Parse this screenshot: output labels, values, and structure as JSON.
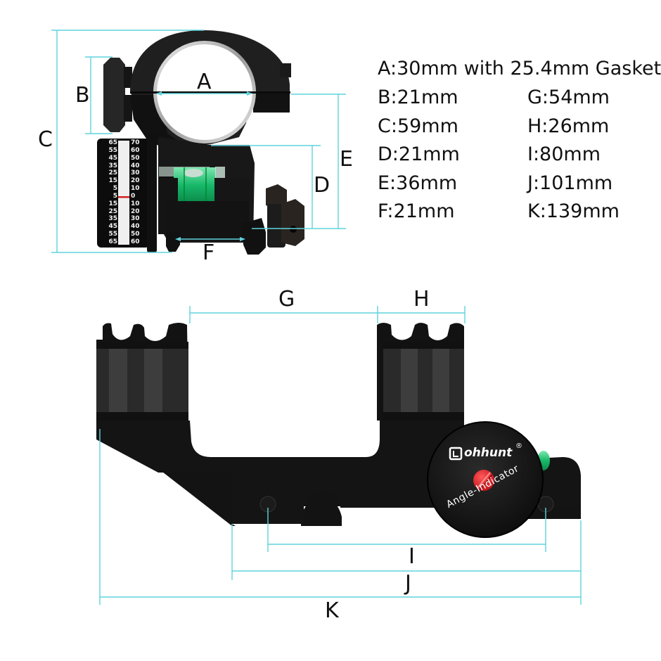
{
  "diagram": {
    "type": "product-dimension-diagram",
    "subject": "Scope mount with angle indicator and bubble level",
    "line_color": "#5fd3dc",
    "views": {
      "end_view": {
        "labels": [
          "A",
          "B",
          "C",
          "D",
          "E",
          "F"
        ],
        "angle_scale": {
          "left_ticks": [
            "65",
            "55",
            "45",
            "35",
            "25",
            "15",
            "5",
            "5",
            "15",
            "25",
            "35",
            "45",
            "55",
            "65"
          ],
          "right_ticks": [
            "70",
            "60",
            "50",
            "40",
            "30",
            "20",
            "10",
            "0",
            "10",
            "20",
            "30",
            "40",
            "50",
            "60"
          ],
          "indicator_color": "#d42020"
        }
      },
      "side_view": {
        "labels": [
          "G",
          "H",
          "I",
          "J",
          "K"
        ],
        "brand": "ohhunt",
        "brand_mark": "®",
        "dial_text": "Angle-Indicator",
        "screw_color": "#e0242c"
      }
    },
    "dimensions": {
      "A": {
        "letter": "A",
        "text": "A:30mm with 25.4mm Gasket"
      },
      "B": {
        "letter": "B",
        "text": "B:21mm"
      },
      "C": {
        "letter": "C",
        "text": "C:59mm"
      },
      "D": {
        "letter": "D",
        "text": "D:21mm"
      },
      "E": {
        "letter": "E",
        "text": "E:36mm"
      },
      "F": {
        "letter": "F",
        "text": "F:21mm"
      },
      "G": {
        "letter": "G",
        "text": "G:54mm"
      },
      "H": {
        "letter": "H",
        "text": "H:26mm"
      },
      "I": {
        "letter": "I",
        "text": "I:80mm"
      },
      "J": {
        "letter": "J",
        "text": "J:101mm"
      },
      "K": {
        "letter": "K",
        "text": "K:139mm"
      }
    }
  }
}
